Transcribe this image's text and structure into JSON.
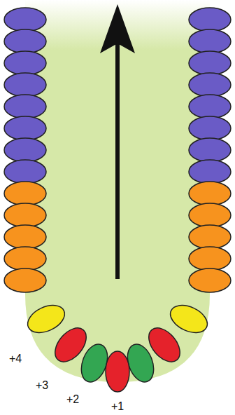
{
  "diagram": {
    "labels": [
      "+4",
      "+3",
      "+2",
      "+1"
    ]
  }
}
